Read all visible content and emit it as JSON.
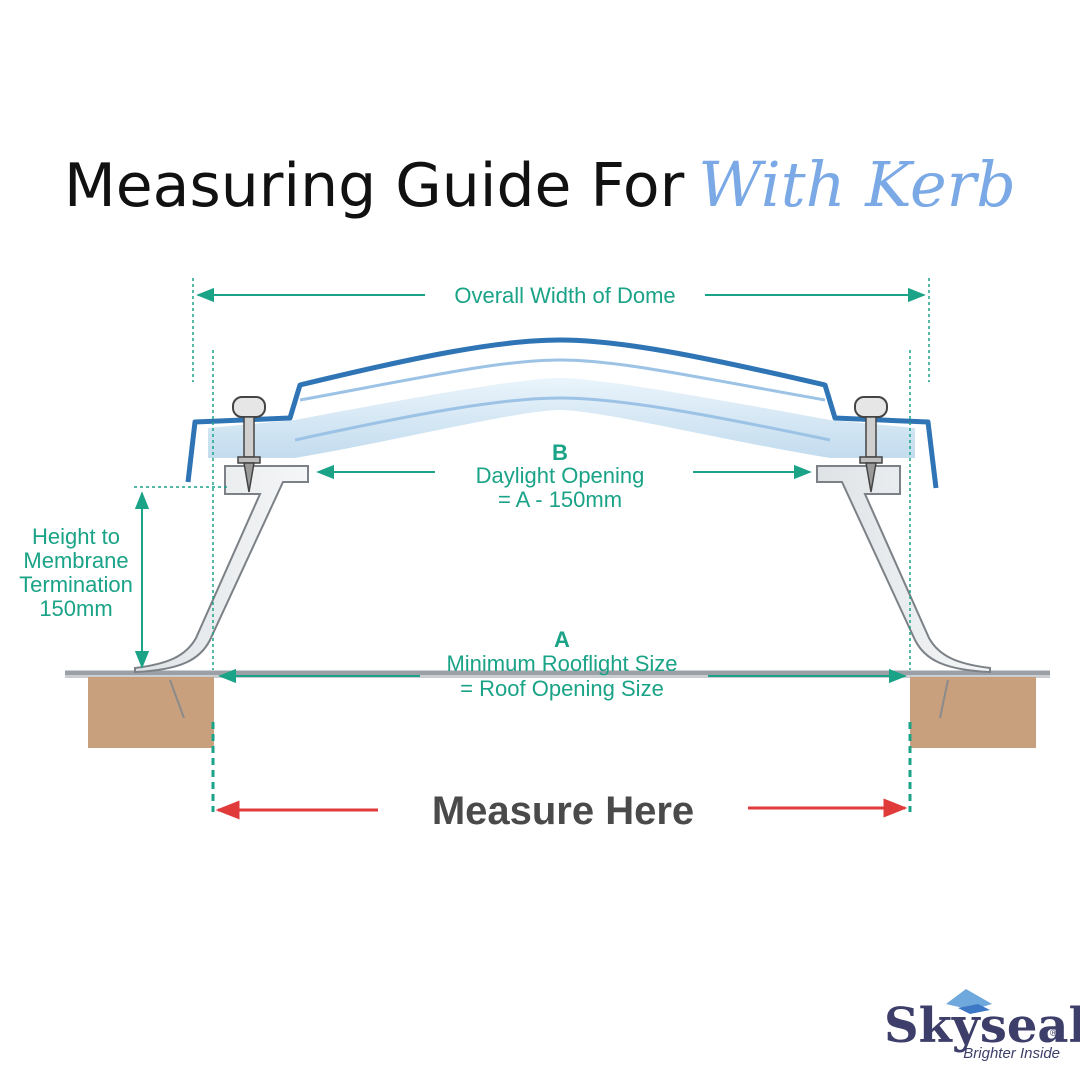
{
  "title": {
    "main": "Measuring Guide For",
    "accent": "With Kerb"
  },
  "labels": {
    "overall_width": "Overall Width of Dome",
    "daylight_letter": "B",
    "daylight_line1": "Daylight Opening",
    "daylight_line2": "= A - 150mm",
    "height_line1": "Height to",
    "height_line2": "Membrane",
    "height_line3": "Termination",
    "height_line4": "150mm",
    "min_letter": "A",
    "min_line1": "Minimum Rooflight Size",
    "min_line2": "= Roof Opening Size",
    "measure_here": "Measure Here"
  },
  "brand": {
    "name": "Skyseal",
    "registered": "®",
    "tagline": "Brighter Inside"
  },
  "colors": {
    "dimension": "#1aa387",
    "measure_arrow": "#e03a3a",
    "dome_outline": "#2f74b5",
    "timber": "#c9a07e",
    "brand": "#3d3f6a"
  }
}
